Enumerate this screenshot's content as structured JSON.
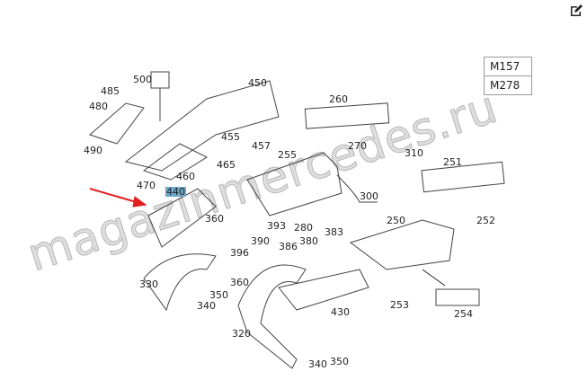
{
  "engines": [
    "M157",
    "M278"
  ],
  "watermark": "magazinmercedes.ru",
  "highlight_color": "#6fa8c8",
  "arrow_color": "#e02020",
  "highlighted_part": "440",
  "labels": {
    "p500": "500",
    "p485": "485",
    "p450": "450",
    "p480": "480",
    "p490": "490",
    "p455": "455",
    "p457": "457",
    "p460": "460",
    "p465": "465",
    "p470": "470",
    "p440": "440",
    "p260": "260",
    "p255": "255",
    "p270": "270",
    "p310": "310",
    "p251": "251",
    "p300": "300",
    "p252": "252",
    "p250": "250",
    "p360a": "360",
    "p393": "393",
    "p280": "280",
    "p383": "383",
    "p390": "390",
    "p396": "396",
    "p386": "386",
    "p380": "380",
    "p330": "330",
    "p350a": "350",
    "p340a": "340",
    "p360b": "360",
    "p253": "253",
    "p254": "254",
    "p430": "430",
    "p320": "320",
    "p340b": "340",
    "p350b": "350"
  }
}
